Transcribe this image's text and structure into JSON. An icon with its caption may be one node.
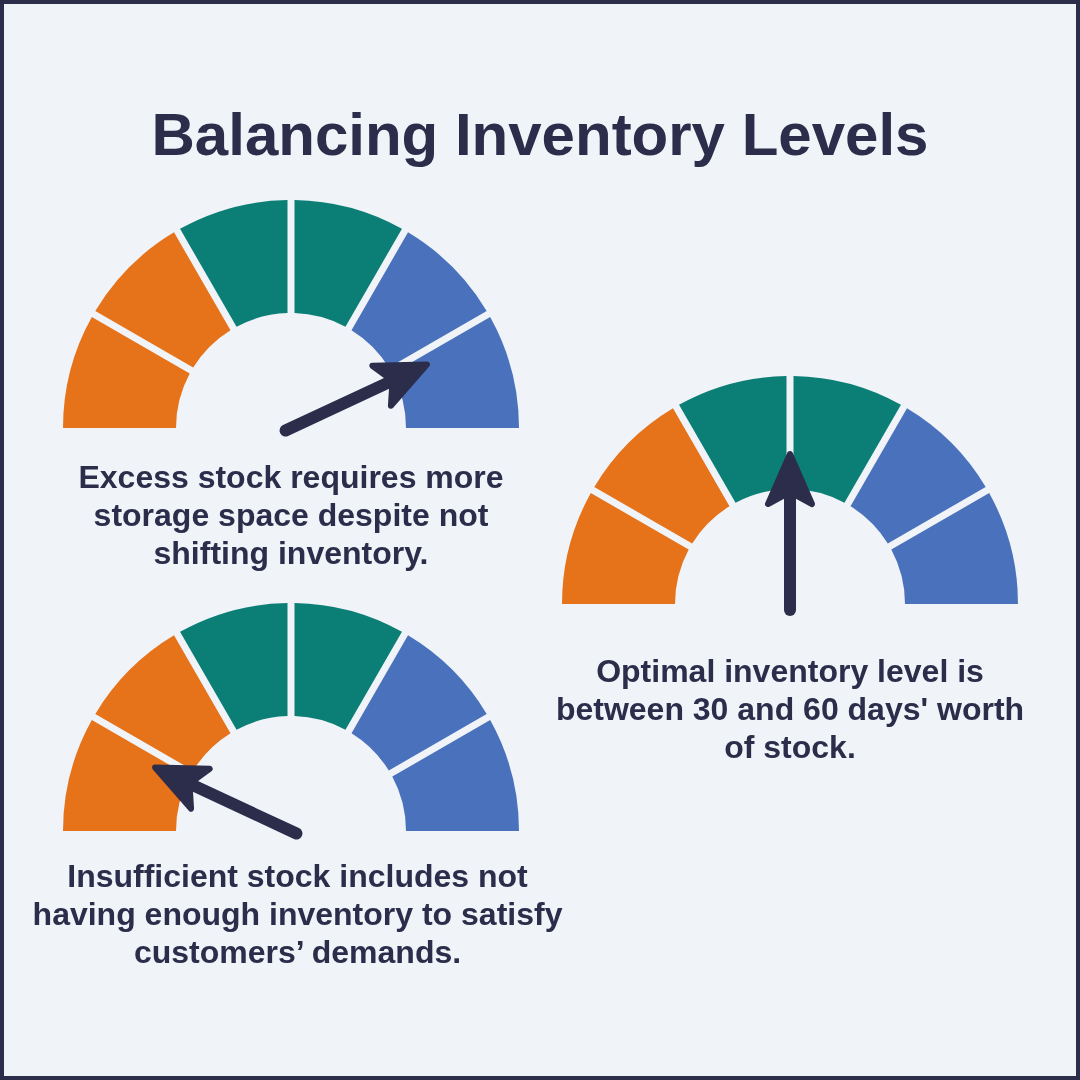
{
  "diagram": {
    "title": "Balancing Inventory Levels",
    "labels": [
      "Excess stock requires more storage space despite not shifting inventory.",
      "Optimal inventory level is between 30 and 60 days' worth of stock.",
      "Insufficient stock includes not having enough inventory to satisfy customers’ demands."
    ]
  }
}
